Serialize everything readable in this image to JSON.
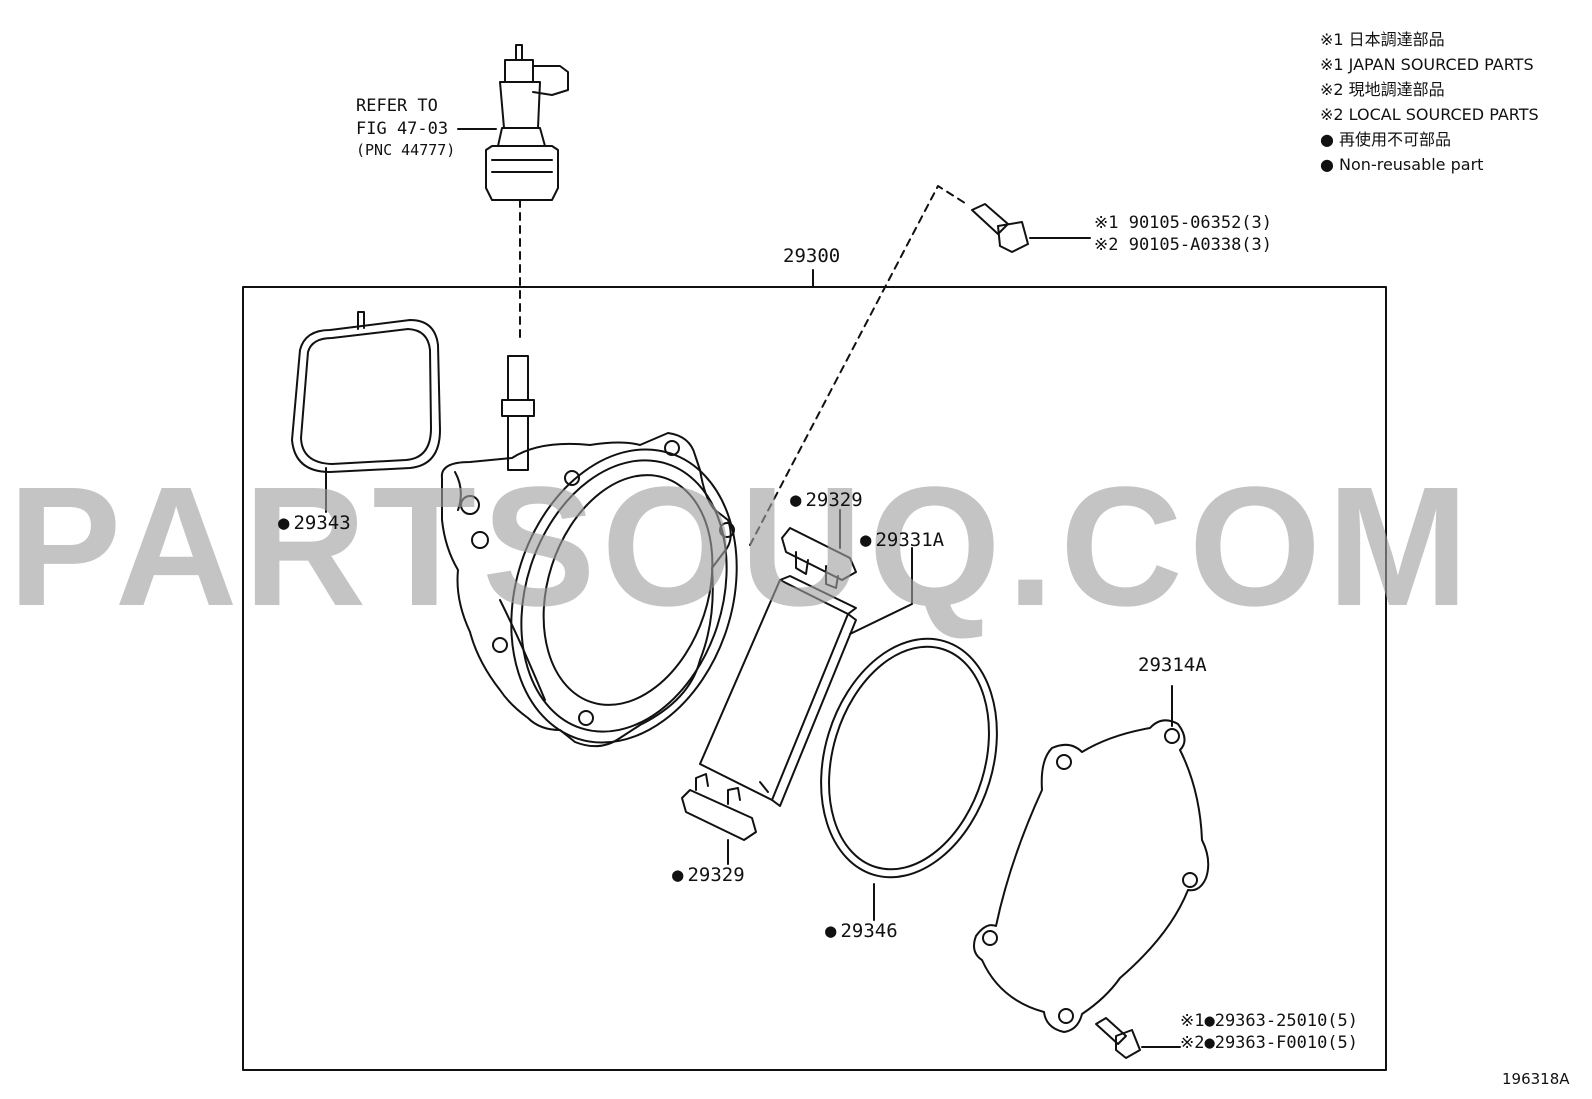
{
  "legend": {
    "japan_jp": "※1 日本調達部品",
    "japan_en": "※1 JAPAN SOURCED PARTS",
    "local_jp": "※2 現地調達部品",
    "local_en": "※2 LOCAL SOURCED PARTS",
    "nonreuse_jp": "● 再使用不可部品",
    "nonreuse_en": "● Non-reusable part"
  },
  "refer": {
    "line1": "REFER TO",
    "line2": "FIG 47-03",
    "line3": "(PNC 44777)"
  },
  "parts": {
    "assembly": "29300",
    "gasket_top": "29343",
    "cap_upper": "29329",
    "vane": "29331A",
    "cap_lower": "29329",
    "oring": "29346",
    "cover": "29314A",
    "bolt_upper_1": "※1 90105-06352(3)",
    "bolt_upper_2": "※2 90105-A0338(3)",
    "screw_lower_1": "※1●29363-25010(5)",
    "screw_lower_2": "※2●29363-F0010(5)"
  },
  "watermark": "PARTSOUQ.COM",
  "figure_id": "196318A"
}
